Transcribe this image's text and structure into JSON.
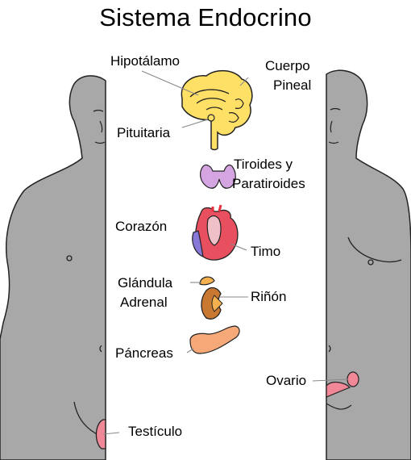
{
  "title": "Sistema Endocrino",
  "labels": {
    "hipotalamo": "Hipotálamo",
    "cuerpo_pineal_1": "Cuerpo",
    "cuerpo_pineal_2": "Pineal",
    "pituitaria": "Pituitaria",
    "tiroides_1": "Tiroides y",
    "tiroides_2": "Paratiroides",
    "corazon": "Corazón",
    "timo": "Timo",
    "glandula_1": "Glándula",
    "glandula_2": "Adrenal",
    "rinon": "Riñón",
    "pancreas": "Páncreas",
    "ovario": "Ovario",
    "testiculo": "Testículo"
  },
  "colors": {
    "body": "#a8a8a8",
    "outline": "#222222",
    "brain": "#ffe066",
    "thyroid": "#d4a5e0",
    "heart_red": "#e83040",
    "heart_pink": "#f0c0c8",
    "heart_blue": "#8878d8",
    "adrenal": "#f5b050",
    "kidney": "#c87830",
    "pancreas": "#f5a878",
    "ovary": "#f08898"
  }
}
